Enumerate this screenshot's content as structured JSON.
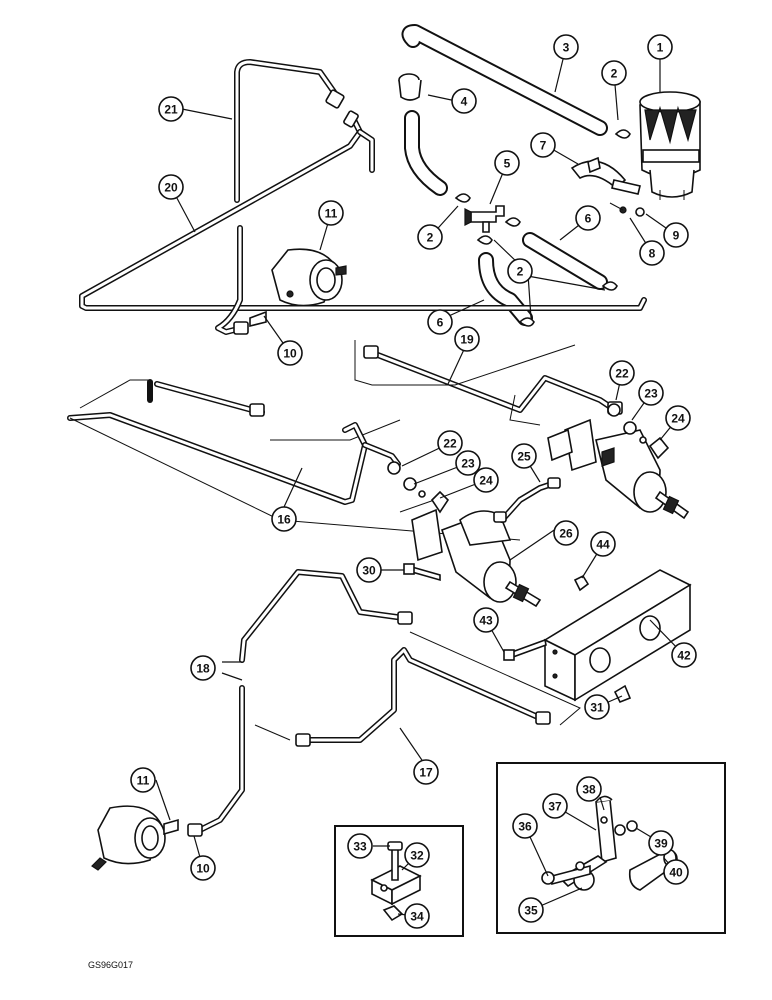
{
  "diagram_code": "GS96G017",
  "callouts": [
    {
      "id": "c1",
      "label": "1"
    },
    {
      "id": "c2a",
      "label": "2"
    },
    {
      "id": "c3",
      "label": "3"
    },
    {
      "id": "c4",
      "label": "4"
    },
    {
      "id": "c21",
      "label": "21"
    },
    {
      "id": "c7",
      "label": "7"
    },
    {
      "id": "c5",
      "label": "5"
    },
    {
      "id": "c20",
      "label": "20"
    },
    {
      "id": "c11a",
      "label": "11"
    },
    {
      "id": "c6a",
      "label": "6"
    },
    {
      "id": "c9",
      "label": "9"
    },
    {
      "id": "c2b",
      "label": "2"
    },
    {
      "id": "c8",
      "label": "8"
    },
    {
      "id": "c2c",
      "label": "2"
    },
    {
      "id": "c6b",
      "label": "6"
    },
    {
      "id": "c19",
      "label": "19"
    },
    {
      "id": "c10a",
      "label": "10"
    },
    {
      "id": "c22a",
      "label": "22"
    },
    {
      "id": "c23a",
      "label": "23"
    },
    {
      "id": "c24a",
      "label": "24"
    },
    {
      "id": "c22b",
      "label": "22"
    },
    {
      "id": "c25",
      "label": "25"
    },
    {
      "id": "c23b",
      "label": "23"
    },
    {
      "id": "c24b",
      "label": "24"
    },
    {
      "id": "c16",
      "label": "16"
    },
    {
      "id": "c26",
      "label": "26"
    },
    {
      "id": "c44",
      "label": "44"
    },
    {
      "id": "c30",
      "label": "30"
    },
    {
      "id": "c43",
      "label": "43"
    },
    {
      "id": "c42",
      "label": "42"
    },
    {
      "id": "c18",
      "label": "18"
    },
    {
      "id": "c31",
      "label": "31"
    },
    {
      "id": "c17",
      "label": "17"
    },
    {
      "id": "c11b",
      "label": "11"
    },
    {
      "id": "c38",
      "label": "38"
    },
    {
      "id": "c37",
      "label": "37"
    },
    {
      "id": "c36",
      "label": "36"
    },
    {
      "id": "c33",
      "label": "33"
    },
    {
      "id": "c32",
      "label": "32"
    },
    {
      "id": "c39",
      "label": "39"
    },
    {
      "id": "c10b",
      "label": "10"
    },
    {
      "id": "c40",
      "label": "40"
    },
    {
      "id": "c34",
      "label": "34"
    },
    {
      "id": "c35",
      "label": "35"
    }
  ]
}
